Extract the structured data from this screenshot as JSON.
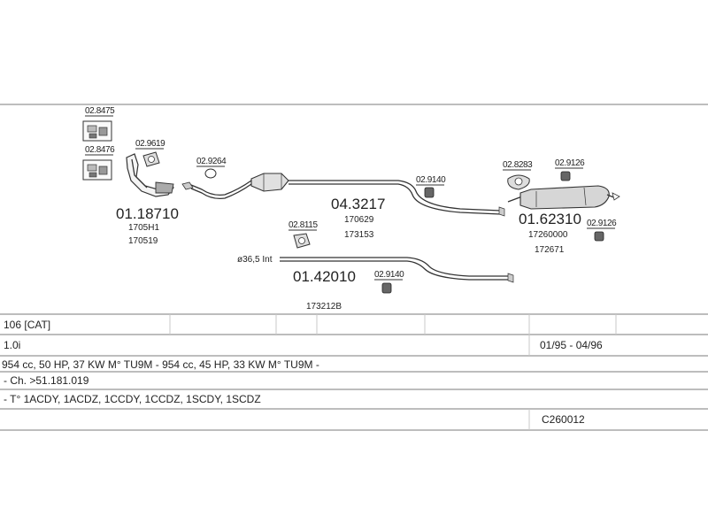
{
  "parts": {
    "p1": "02.8475",
    "p2": "02.8476",
    "p3": "02.9619",
    "p4": "02.9264",
    "p5": "02.8115",
    "p6": "02.9140",
    "p7": "02.9140",
    "p8": "02.8283",
    "p9": "02.9126",
    "p10": "02.9126"
  },
  "assemblies": {
    "front": {
      "code": "01.18710",
      "refs": [
        "1705H1",
        "170519"
      ]
    },
    "middle": {
      "code": "04.3217",
      "refs": [
        "170629",
        "173153"
      ]
    },
    "rear": {
      "code": "01.62310",
      "refs": [
        "17260000",
        "172671"
      ]
    },
    "alt": {
      "code": "01.42010",
      "ref": "173212B",
      "note": "ø36,5 Int"
    }
  },
  "table": {
    "model": "106  [CAT]",
    "engine": "1.0i",
    "period": "01/95 - 04/96",
    "specs": "954 cc, 50 HP, 37 KW M° TU9M - 954 cc, 45 HP, 33 KW M° TU9M -",
    "chassis": "- Ch. >51.181.019",
    "types": "- T° 1ACDY, 1ACDZ, 1CCDY, 1CCDZ, 1SCDY, 1SCDZ",
    "ref": "C260012"
  },
  "colors": {
    "line": "#333333",
    "grid": "#bdbdbd",
    "bg": "#ffffff"
  }
}
